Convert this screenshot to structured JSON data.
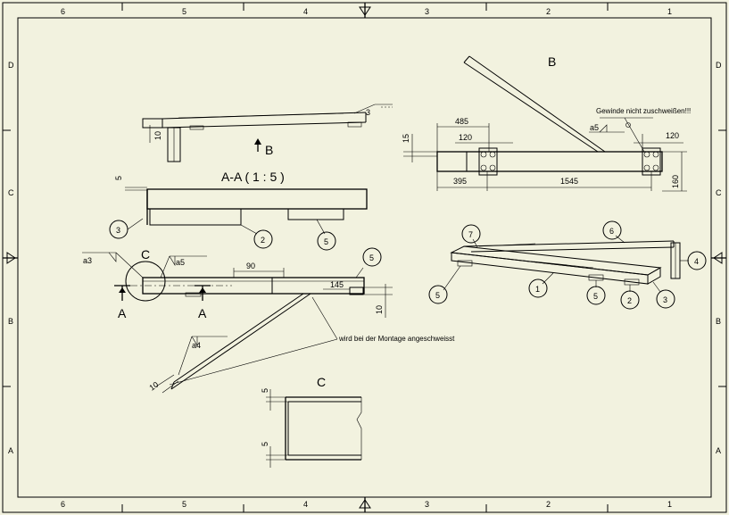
{
  "frame": {
    "columns": [
      "6",
      "5",
      "4",
      "3",
      "2",
      "1"
    ],
    "rows": [
      "D",
      "C",
      "B",
      "A"
    ]
  },
  "view_b": {
    "label": "B",
    "note": "Gewinde nicht zuschweißen!!!",
    "weld": "a5",
    "dims": {
      "d485": "485",
      "d120a": "120",
      "d120b": "120",
      "d15": "15",
      "d395": "395",
      "d1545": "1545",
      "d160": "160"
    }
  },
  "top_view": {
    "dim10": "10",
    "weld3": "3",
    "arrow_label": "B"
  },
  "section_aa": {
    "title": "A-A ( 1 : 5 )",
    "dim5": "5",
    "balloons": [
      "3",
      "2",
      "5"
    ]
  },
  "side_view": {
    "detail_label": "C",
    "weld_a3": "a3",
    "weld_a5": "a5",
    "dim90": "90",
    "dim145": "145",
    "dim10": "10",
    "balloon5": "5",
    "section_label_left": "A",
    "section_label_right": "A",
    "weld_a4": "a4",
    "dim10_strut": "10",
    "note": "wird bei der Montage angeschweisst"
  },
  "iso_view": {
    "balloons": [
      "7",
      "6",
      "4",
      "5",
      "1",
      "5",
      "2",
      "3"
    ]
  },
  "detail_c": {
    "label": "C",
    "dim5_top": "5",
    "dim5_bottom": "5"
  }
}
